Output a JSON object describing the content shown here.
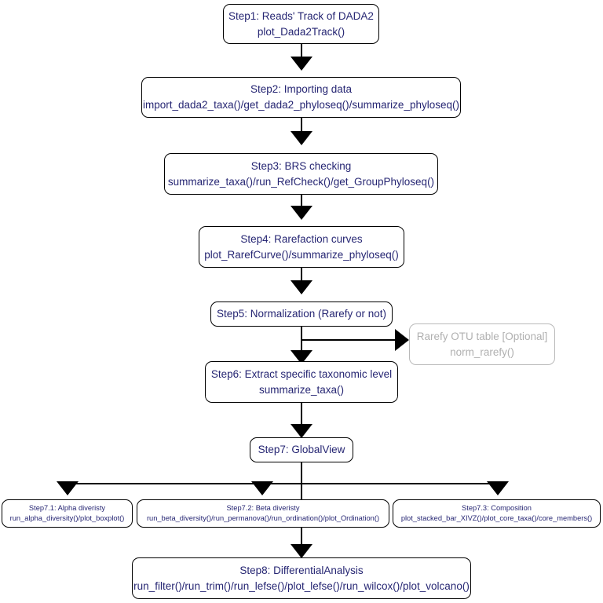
{
  "diagram": {
    "title": "MicrobiotaProcess / MicrobiomeAnalysis workflow flowchart",
    "accent_text_color": "#262673",
    "line_color": "#000000",
    "optional_color": "#b0b0b0",
    "background": "#ffffff"
  },
  "nodes": {
    "step1": {
      "line1": "Step1: Reads' Track of DADA2",
      "line2": "plot_Dada2Track()"
    },
    "step2": {
      "line1": "Step2: Importing data",
      "line2": "import_dada2_taxa()/get_dada2_phyloseq()/summarize_phyloseq()"
    },
    "step3": {
      "line1": "Step3: BRS checking",
      "line2": "summarize_taxa()/run_RefCheck()/get_GroupPhyloseq()"
    },
    "step4": {
      "line1": "Step4: Rarefaction curves",
      "line2": "plot_RarefCurve()/summarize_phyloseq()"
    },
    "step5": {
      "line1": "Step5: Normalization (Rarefy or not)",
      "line2": ""
    },
    "optional_rarefy": {
      "line1": "Rarefy OTU table [Optional]",
      "line2": "norm_rarefy()"
    },
    "step6": {
      "line1": "Step6: Extract specific taxonomic level",
      "line2": "summarize_taxa()"
    },
    "step7": {
      "line1": "Step7: GlobalView",
      "line2": ""
    },
    "step7_1": {
      "line1": "Step7.1: Alpha diveristy",
      "line2": "run_alpha_diversity()/plot_boxplot()"
    },
    "step7_2": {
      "line1": "Step7.2: Beta diveristy",
      "line2": "run_beta_diversity()/run_permanova()/run_ordination()/plot_Ordination()"
    },
    "step7_3": {
      "line1": "Step7.3: Composition",
      "line2": "plot_stacked_bar_XIVZ()/plot_core_taxa()/core_members()"
    },
    "step8": {
      "line1": "Step8: DifferentialAnalysis",
      "line2": "run_filter()/run_trim()/run_lefse()/plot_lefse()/run_wilcox()/plot_volcano()"
    }
  }
}
